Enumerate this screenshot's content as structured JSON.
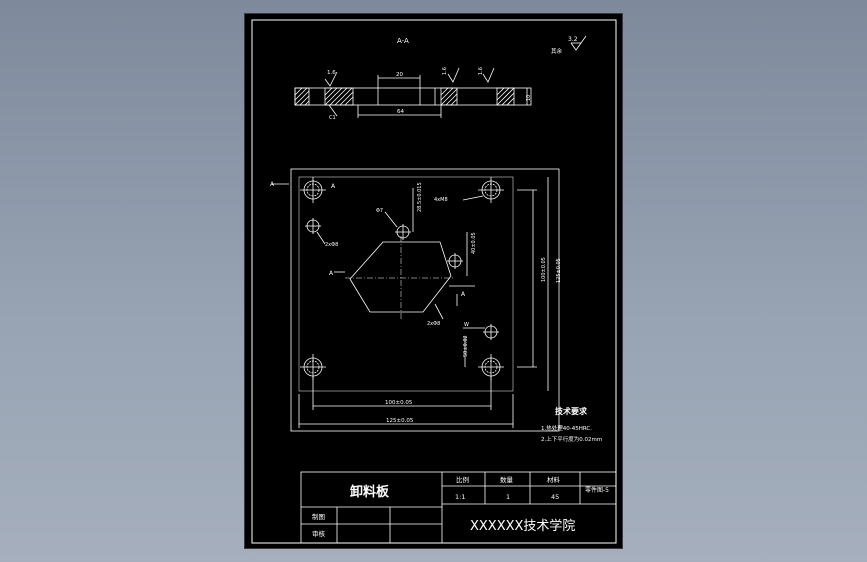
{
  "drawing": {
    "section_label": "A-A",
    "surface_finish_other": "3.2",
    "surface_finish_note": "其余",
    "top_view_dims": {
      "finish_a": "1.6",
      "finish_b": "1.6",
      "finish_c": "1.6",
      "w_inner": "20",
      "w_outer": "64",
      "chamfer": "C1",
      "thickness": "10"
    },
    "plan_labels": {
      "section_mark_left": "A",
      "hole_top_label": "A",
      "thread_label": "4xM8",
      "hole_dim_label": "2xΦ8",
      "dia_small": "Φ7",
      "dim_vert_a": "28.5±0.015",
      "dim_vert_b": "40±0.05",
      "dim_a_label": "A",
      "hole_bottom_label": "2xΦ8",
      "dim_right_v1": "100±0.05",
      "dim_right_v2": "125±0.05",
      "dim_left_v": "50±0.02",
      "dim_bottom_inner": "100±0.05",
      "dim_bottom_outer": "125±0.05",
      "dim_w_mark": "W"
    },
    "tech_requirements": {
      "title": "技术要求",
      "line1": "1.热处理40-45HRC.",
      "line2": "2.上下平行度为0.02mm"
    }
  },
  "title_block": {
    "part_name": "卸料板",
    "scale_header": "比例",
    "qty_header": "数量",
    "material_header": "材料",
    "scale_value": "1:1",
    "qty_value": "1",
    "material_value": "45",
    "drawing_no": "零件图-5",
    "drawn_by_label": "制图",
    "checked_by_label": "审核",
    "school": "XXXXXX技术学院"
  },
  "colors": {
    "background": "#8f9aaa",
    "sheet": "#000000",
    "line": "#ffffff"
  }
}
